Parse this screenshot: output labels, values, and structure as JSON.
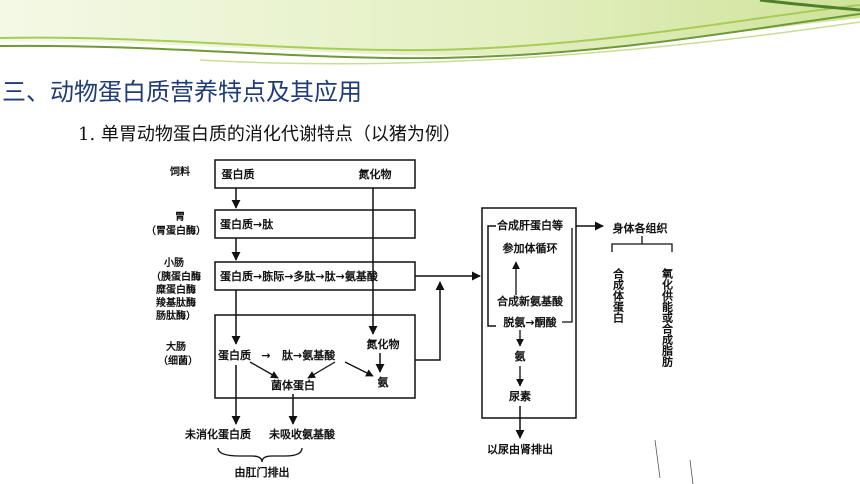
{
  "slide": {
    "title": "三、动物蛋白质营养特点及其应用",
    "subtitle": "1. 单胃动物蛋白质的消化代谢特点（以猪为例）"
  },
  "diagram": {
    "labels": {
      "feed": "饲料",
      "stomach_1": "胃",
      "stomach_2": "（胃蛋白酶）",
      "small_intestine_1": "小肠",
      "small_intestine_2": "（胰蛋白酶",
      "small_intestine_3": "糜蛋白酶",
      "small_intestine_4": "羧基肽酶",
      "small_intestine_5": "肠肽酶）",
      "large_intestine_1": "大肠",
      "large_intestine_2": "（细菌）"
    },
    "feed_box": {
      "protein": "蛋白质",
      "nitride": "氮化物"
    },
    "stomach_box": {
      "text": "蛋白质→肽"
    },
    "small_intestine_box": {
      "text": "蛋白质→胨际→多肽→肽→氨基酸"
    },
    "large_intestine_box": {
      "protein": "蛋白质",
      "arrow": "→",
      "peptide_aa": "肽→氨基酸",
      "nitride": "氮化物",
      "bacterial_protein": "菌体蛋白",
      "ammonia": "氨"
    },
    "outputs": {
      "undigested": "未消化蛋白质",
      "unabsorbed": "未吸收氨基酸",
      "excreted_anus": "由肛门排出"
    },
    "liver_box": {
      "synthesize_liver_protein": "合成肝蛋白等",
      "circulation": "参加体循环",
      "synthesize_new_aa": "合成新氨基酸",
      "deamination": "脱氨→酮酸",
      "ammonia": "氨",
      "urea": "尿素"
    },
    "kidney_output": "以尿由肾排出",
    "body": {
      "tissues": "身体各组织",
      "branch_1": "合成体蛋白",
      "branch_2": "氧化供能或合成脂肪"
    }
  },
  "colors": {
    "title": "#1f3b7a",
    "banner_light": "#e7f1c4",
    "banner_green": "#9cc24a",
    "banner_dark": "#4f7f2a"
  }
}
